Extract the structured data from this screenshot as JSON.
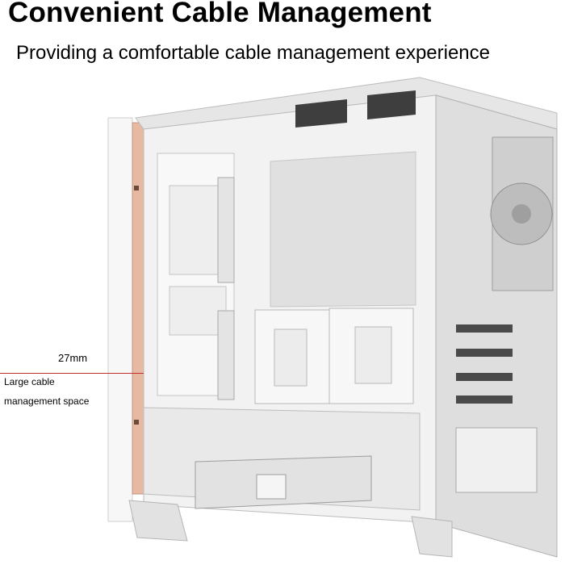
{
  "header": {
    "title": "Convenient Cable Management",
    "subtitle": "Providing a comfortable cable management experience"
  },
  "annotation": {
    "measurement": "27mm",
    "label_line1": "Large cable",
    "label_line2": "management space"
  },
  "illustration": {
    "subject": "white mid-tower PC case, side panel removed",
    "case_color": "#f2f2f2",
    "frame_color": "#d8d8d8",
    "cable_channel_color": "#e8b9a2",
    "leader_line_color": "#c0312d",
    "icon": "pc-case-icon"
  }
}
